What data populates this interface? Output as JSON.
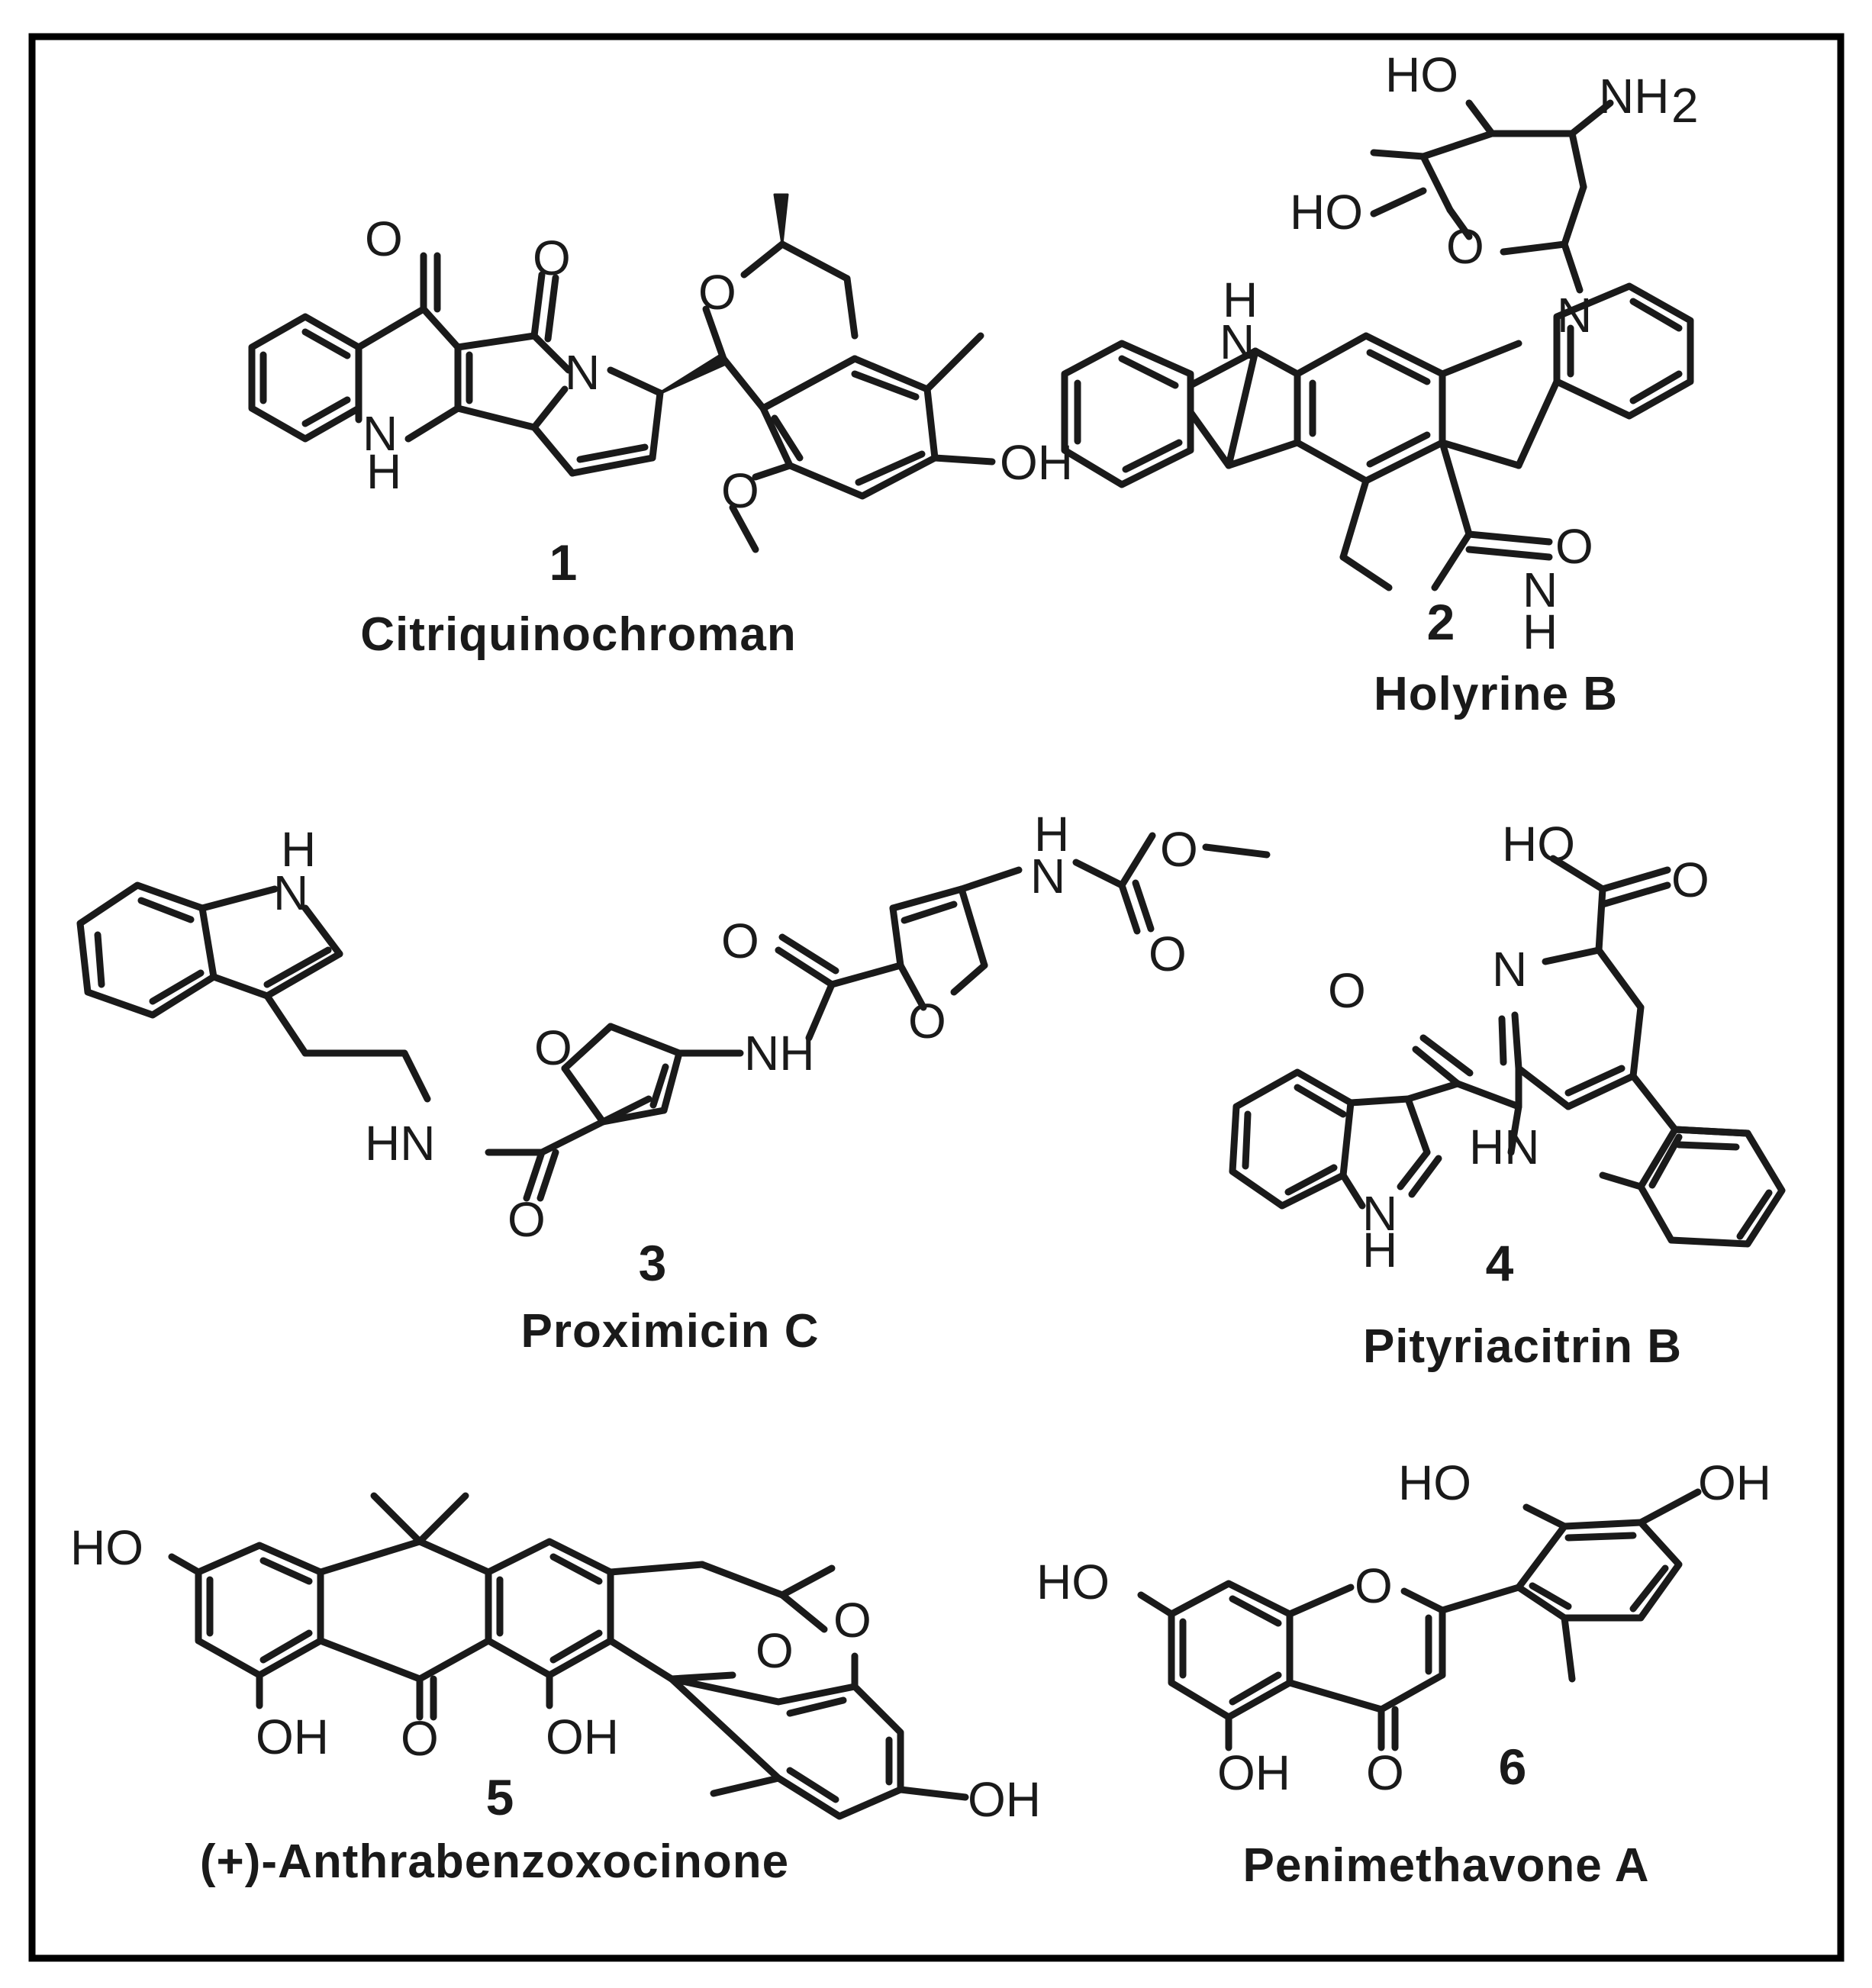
{
  "compounds": [
    {
      "number": "1",
      "name": "Citriquinochroman"
    },
    {
      "number": "2",
      "name": "Holyrine B"
    },
    {
      "number": "3",
      "name": "Proximicin C"
    },
    {
      "number": "4",
      "name": "Pityriacitrin B"
    },
    {
      "number": "5",
      "name": "(+)-Anthrabenzoxocinone"
    },
    {
      "number": "6",
      "name": "Penimethavone A"
    }
  ],
  "atom_labels": {
    "c1": [
      "O",
      "O",
      "N",
      "H",
      "N",
      "O",
      "O",
      "OH"
    ],
    "c2": [
      "HO",
      "NH",
      "2",
      "HO",
      "O",
      "N",
      "H",
      "N",
      "O",
      "N",
      "H"
    ],
    "c3": [
      "H",
      "N",
      "O",
      "NH",
      "HN",
      "O",
      "O",
      "H",
      "N",
      "O",
      "O",
      "O"
    ],
    "c4": [
      "HO",
      "O",
      "N",
      "O",
      "HN",
      "N",
      "H"
    ],
    "c5": [
      "HO",
      "O",
      "O",
      "OH",
      "O",
      "OH",
      "OH"
    ],
    "c6": [
      "HO",
      "OH",
      "HO",
      "O",
      "OH",
      "O"
    ]
  }
}
